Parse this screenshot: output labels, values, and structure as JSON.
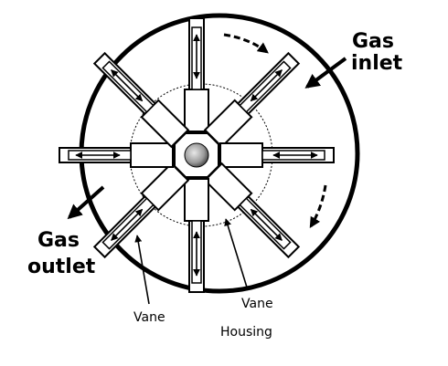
{
  "diagram": {
    "labels": {
      "gas_inlet_line1": "Gas",
      "gas_inlet_line2": "inlet",
      "gas_outlet_line1": "Gas",
      "gas_outlet_line2": "outlet",
      "vane": "Vane",
      "vane_housing_line1": "Vane",
      "vane_housing_line2": "Housing"
    },
    "vane_count": 8,
    "colors": {
      "stroke": "#000000",
      "background": "#ffffff",
      "hub": "#9a9a9a"
    }
  }
}
